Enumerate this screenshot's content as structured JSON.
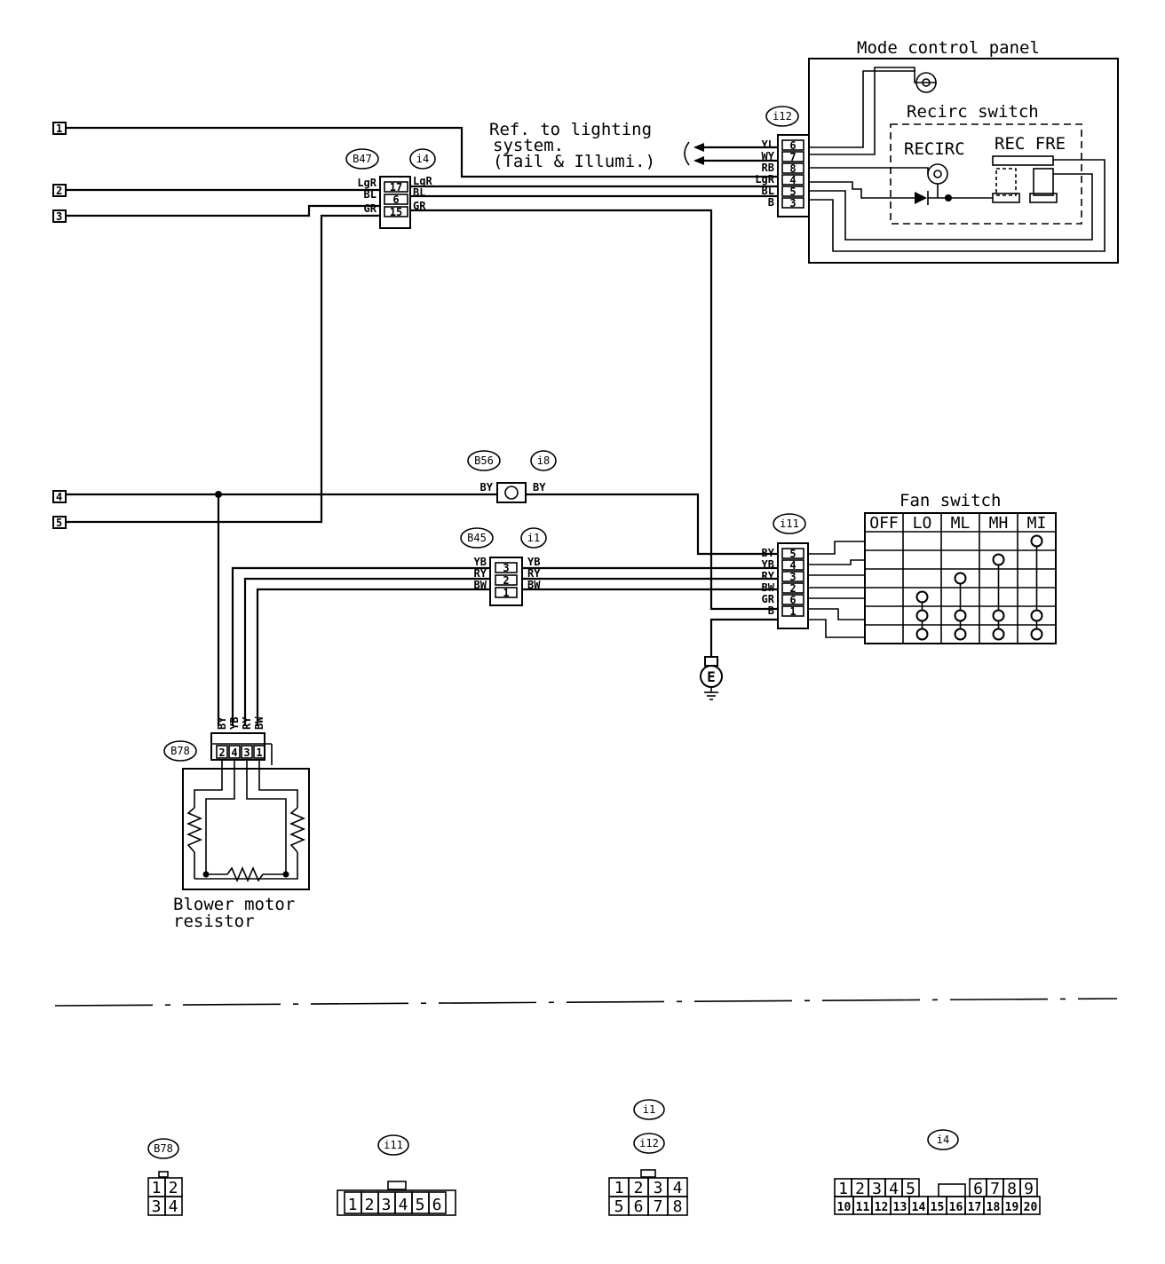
{
  "terminals": [
    "1",
    "2",
    "3",
    "4",
    "5"
  ],
  "labels": {
    "mode_control_panel": "Mode control panel",
    "recirc_switch": "Recirc switch",
    "recirc": "RECIRC",
    "rec_fre": "REC FRE",
    "ref_line1": "Ref. to lighting",
    "ref_line2": "system.",
    "ref_line3": "(Tail & Illumi.)",
    "fan_switch": "Fan switch",
    "blower_line1": "Blower motor",
    "blower_line2": "resistor",
    "ground": "E"
  },
  "connector_ids": {
    "b47": "B47",
    "i4": "i4",
    "i12": "i12",
    "b56": "B56",
    "i8": "i8",
    "b45": "B45",
    "i1": "i1",
    "i11": "i11",
    "b78": "B78"
  },
  "i12_wires": [
    "YL",
    "WY",
    "RB",
    "LgR",
    "BL",
    "B"
  ],
  "i12_pins": [
    "6",
    "7",
    "8",
    "4",
    "5",
    "3"
  ],
  "b47_left": [
    "LgR",
    "BL",
    "GR"
  ],
  "i4_pins": [
    "17",
    "6",
    "15"
  ],
  "i4_right": [
    "LgR",
    "BL",
    "GR"
  ],
  "b56_wire": "BY",
  "i8_wire": "BY",
  "b45_left": [
    "YB",
    "RY",
    "BW"
  ],
  "i1_pins": [
    "3",
    "2",
    "1"
  ],
  "i1_right": [
    "YB",
    "RY",
    "BW"
  ],
  "i11_wires": [
    "BY",
    "YB",
    "RY",
    "BW",
    "GR",
    "B"
  ],
  "i11_pins": [
    "5",
    "4",
    "3",
    "2",
    "6",
    "1"
  ],
  "fan_headers": [
    "OFF",
    "LO",
    "ML",
    "MH",
    "MI"
  ],
  "b78_wires": [
    "BY",
    "YB",
    "RY",
    "BW"
  ],
  "b78_pins": [
    "2",
    "4",
    "3",
    "1"
  ],
  "faces": {
    "b78": {
      "id": "B78",
      "rows": [
        [
          "1",
          "2"
        ],
        [
          "3",
          "4"
        ]
      ]
    },
    "i11": {
      "id": "i11",
      "pins": [
        "1",
        "2",
        "3",
        "4",
        "5",
        "6"
      ]
    },
    "i1i12": {
      "id_top": "i1",
      "id": "i12",
      "rows": [
        [
          "1",
          "2",
          "3",
          "4"
        ],
        [
          "5",
          "6",
          "7",
          "8"
        ]
      ]
    },
    "i4": {
      "id": "i4",
      "row1": [
        "1",
        "2",
        "3",
        "4",
        "5",
        "6",
        "7",
        "8",
        "9"
      ],
      "row2": [
        "10",
        "11",
        "12",
        "13",
        "14",
        "15",
        "16",
        "17",
        "18",
        "19",
        "20"
      ]
    }
  }
}
